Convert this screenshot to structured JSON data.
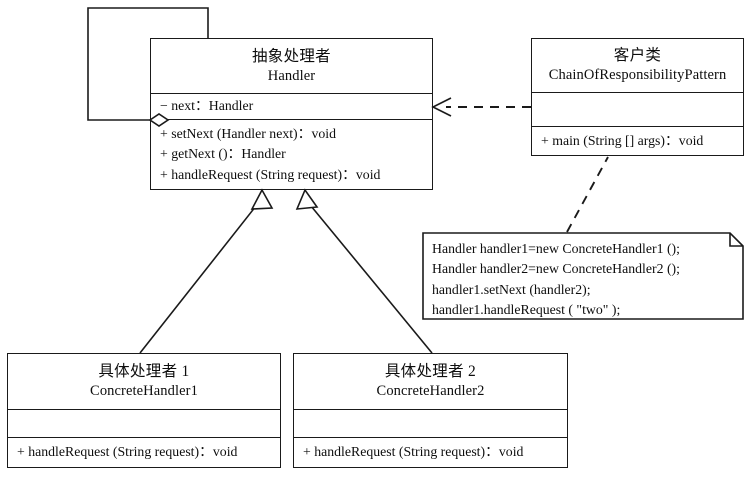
{
  "diagram": {
    "title": "Chain of Responsibility Pattern UML class diagram",
    "stroke_color": "#1a1a1a",
    "background_color": "#ffffff"
  },
  "classes": {
    "handler": {
      "cn_name": "抽象处理者",
      "en_name": "Handler",
      "attributes": [
        "− next：Handler"
      ],
      "operations": [
        "+ setNext (Handler next)：void",
        "+ getNext ()：Handler",
        "+ handleRequest (String request)：void"
      ]
    },
    "client": {
      "cn_name": "客户类",
      "en_name": "ChainOfResponsibilityPattern",
      "attributes": [],
      "operations": [
        "+ main (String [] args)：void"
      ]
    },
    "concrete1": {
      "cn_name": "具体处理者 1",
      "en_name": "ConcreteHandler1",
      "attributes": [],
      "operations": [
        "+ handleRequest (String request)：void"
      ]
    },
    "concrete2": {
      "cn_name": "具体处理者 2",
      "en_name": "ConcreteHandler2",
      "attributes": [],
      "operations": [
        "+ handleRequest (String request)：void"
      ]
    }
  },
  "note": {
    "lines": [
      "Handler handler1=new ConcreteHandler1 ();",
      "Handler handler2=new ConcreteHandler2 ();",
      "handler1.setNext (handler2);",
      "handler1.handleRequest (  \"two\"  );"
    ]
  },
  "relations": {
    "aggregation": "aggregation-self-association-handler",
    "dependency": "dependency-client-to-handler",
    "note_anchor": "note-anchor-to-client",
    "generalization_1": "generalization-concrete1-to-handler",
    "generalization_2": "generalization-concrete2-to-handler"
  }
}
